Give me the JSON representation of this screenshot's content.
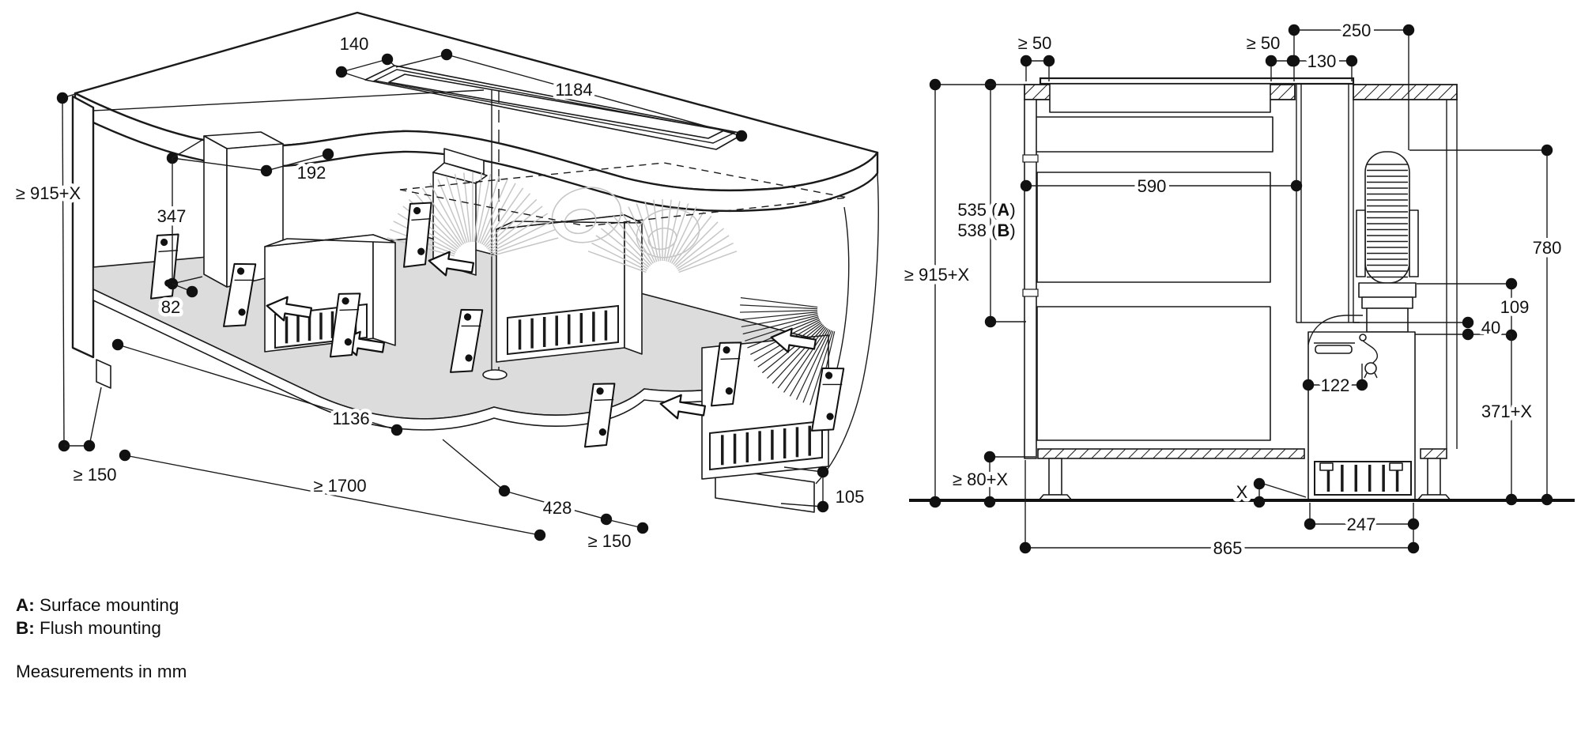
{
  "iso": {
    "dims": {
      "slot_width": "140",
      "slot_length": "1184",
      "box_width": "192",
      "box_height": "347",
      "box_gap": "82",
      "interior_width": "1136",
      "worktop_height": "≥ 915+X",
      "side_clearance_left": "≥ 150",
      "front_clearance": "≥ 1700",
      "floor_depth": "428",
      "side_clearance_right": "≥ 150",
      "plinth_height": "105"
    }
  },
  "sec": {
    "dims": {
      "gap_left": "≥ 50",
      "gap_right": "≥ 50",
      "channel_width": "130",
      "duct_offset": "250",
      "inner_width": "590",
      "depth_a_prefix": "535 (",
      "depth_a_key": "A",
      "depth_a_suffix": ")",
      "depth_b_prefix": "538 (",
      "depth_b_key": "B",
      "depth_b_suffix": ")",
      "worktop_height": "≥ 915+X",
      "duct_height": "780",
      "connector_height": "109",
      "gap_small": "40",
      "cord_offset": "122",
      "blower_height": "371+X",
      "plinth_clearance": "≥ 80+X",
      "floor_var": "X",
      "blower_width": "247",
      "total_width": "865"
    }
  },
  "legend": {
    "a_key": "A:",
    "a_label": " Surface mounting",
    "b_key": "B:",
    "b_label": " Flush mounting",
    "note": "Measurements in mm"
  }
}
